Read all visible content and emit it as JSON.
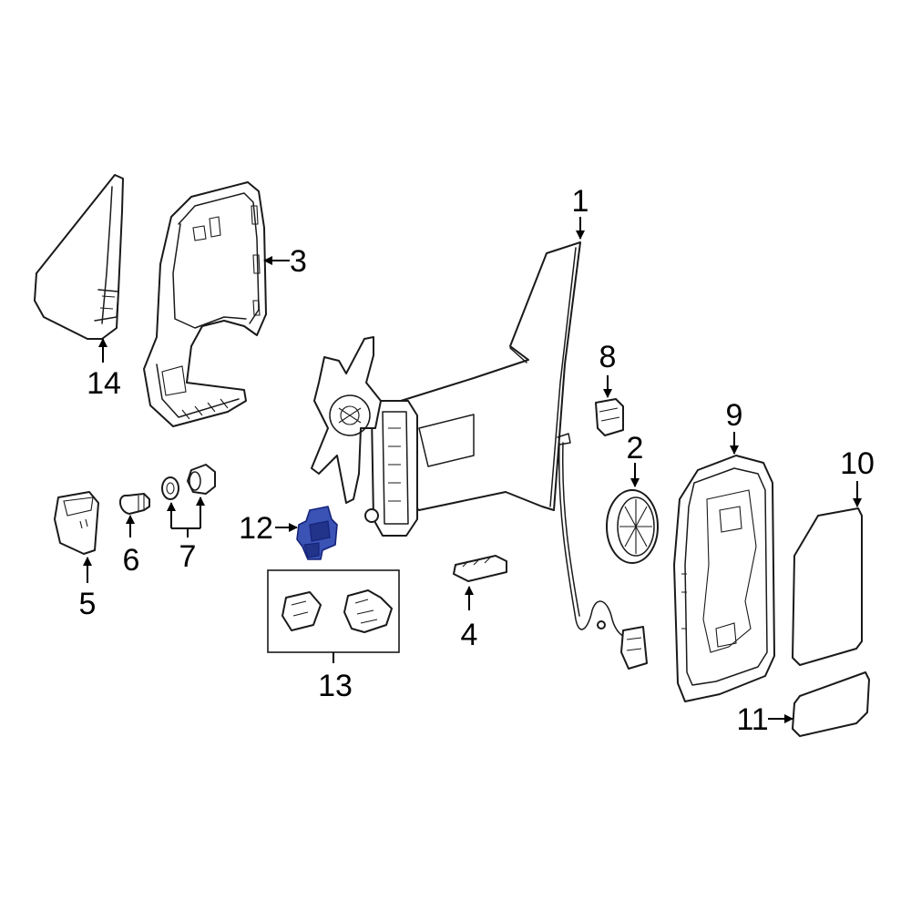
{
  "callouts": {
    "c1": "1",
    "c2": "2",
    "c3": "3",
    "c4": "4",
    "c5": "5",
    "c6": "6",
    "c7": "7",
    "c8": "8",
    "c9": "9",
    "c10": "10",
    "c11": "11",
    "c12": "12",
    "c13": "13",
    "c14": "14"
  },
  "highlight_color": "#3a53b5",
  "highlighted_part": "12"
}
